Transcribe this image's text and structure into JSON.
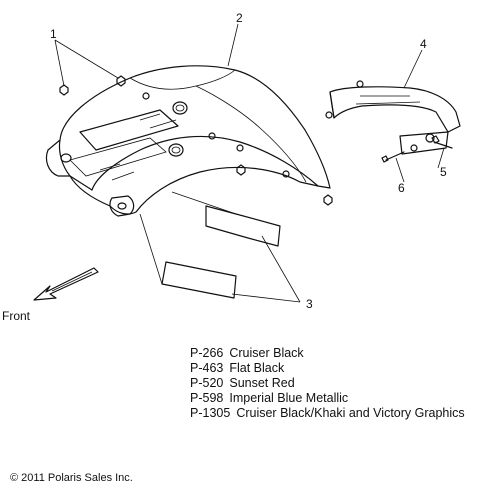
{
  "callouts": [
    {
      "id": "1",
      "label": "1"
    },
    {
      "id": "2",
      "label": "2"
    },
    {
      "id": "3",
      "label": "3"
    },
    {
      "id": "4",
      "label": "4"
    },
    {
      "id": "5",
      "label": "5"
    },
    {
      "id": "6",
      "label": "6"
    }
  ],
  "direction_label": "Front",
  "color_options": [
    {
      "code": "P-266",
      "name": "Cruiser Black"
    },
    {
      "code": "P-463",
      "name": "Flat Black"
    },
    {
      "code": "P-520",
      "name": "Sunset Red"
    },
    {
      "code": "P-598",
      "name": "Imperial Blue Metallic"
    },
    {
      "code": "P-1305",
      "name": "Cruiser Black/Khaki and Victory Graphics"
    }
  ],
  "copyright": "© 2011 Polaris Sales Inc."
}
